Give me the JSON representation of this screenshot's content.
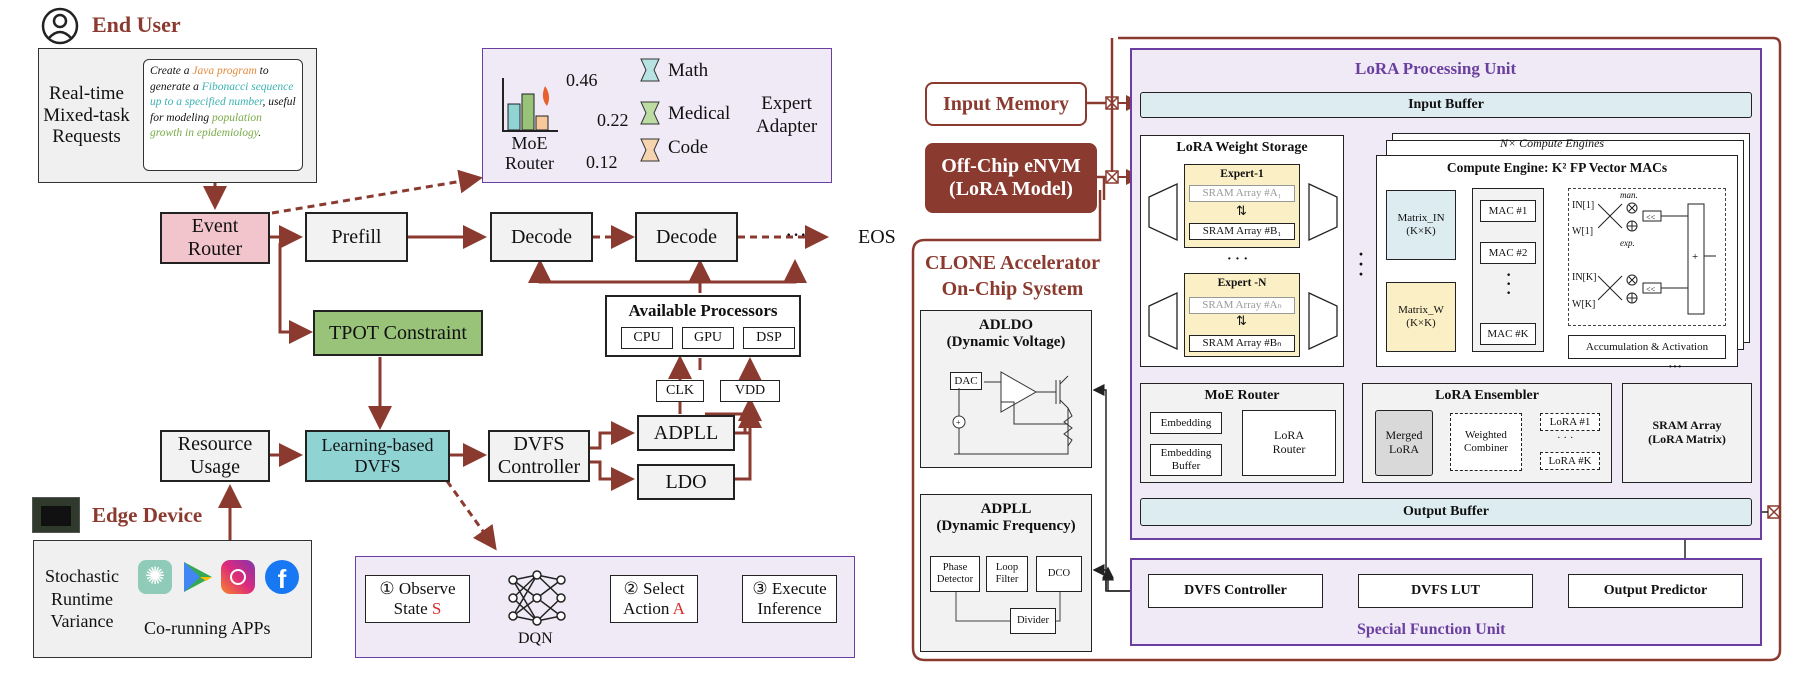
{
  "end_user": {
    "title": "End User",
    "requests": "Real-time\nMixed-task\nRequests",
    "prompt": {
      "p1": "Create a ",
      "p2": "Java program",
      "p3": " to generate a ",
      "p4": "Fibonacci sequence up to a specified number",
      "p5": ", useful for modeling ",
      "p6": "population growth in epidemiology",
      "p7": "."
    }
  },
  "moe": {
    "router": "MoE\nRouter",
    "w1": "0.46",
    "w2": "0.22",
    "w3": "0.12",
    "experts": [
      "Math",
      "Medical",
      "Code"
    ],
    "adapter": "Expert\nAdapter"
  },
  "flow": {
    "event_router": "Event\nRouter",
    "prefill": "Prefill",
    "decode1": "Decode",
    "decode2": "Decode",
    "dots": "···",
    "eos": "EOS",
    "tpot": "TPOT Constraint",
    "resource": "Resource\nUsage",
    "learning": "Learning-based\nDVFS",
    "dvfs_ctrl": "DVFS\nController",
    "adpll": "ADPLL",
    "ldo": "LDO",
    "clk": "CLK",
    "vdd": "VDD",
    "avail": "Available Processors",
    "cpu": "CPU",
    "gpu": "GPU",
    "dsp": "DSP"
  },
  "edge": {
    "title": "Edge Device",
    "variance": "Stochastic\nRuntime\nVariance",
    "apps": "Co-running APPs"
  },
  "dqn": {
    "s1a": "① Observe",
    "s1b": "State ",
    "s1c": "S",
    "net": "DQN",
    "s2a": "② Select",
    "s2b": "Action ",
    "s2c": "A",
    "s3": "③ Execute\nInference"
  },
  "right": {
    "input_memory": "Input Memory",
    "offchip": "Off-Chip eNVM\n(LoRA Model)",
    "clone": "CLONE Accelerator\nOn-Chip System",
    "lpu": "LoRA Processing Unit",
    "input_buffer": "Input Buffer",
    "weight_storage": "LoRA Weight Storage",
    "expert1": "Expert-1",
    "sramA1": "SRAM Array #A₁",
    "sramB1": "SRAM Array #B₁",
    "vdots": "· · ·",
    "expertN": "Expert -N",
    "sramAN": "SRAM Array #Aₙ",
    "sramBN": "SRAM Array #Bₙ",
    "nce": "N× Compute Engines",
    "ce_title": "Compute Engine: K² FP Vector MACs",
    "matrix_in": "Matrix_IN\n(K×K)",
    "matrix_w": "Matrix_W\n(K×K)",
    "mac1": "MAC #1",
    "mac2": "MAC #2",
    "mack": "MAC #K",
    "in1": "IN[1]",
    "w1": "W[1]",
    "ink": "IN[K]",
    "wk": "W[K]",
    "man": "man.",
    "exp": "exp.",
    "shift": "<<",
    "plus": "+",
    "accum": "Accumulation & Activation",
    "moe_router": "MoE Router",
    "embedding": "Embedding",
    "emb_buffer": "Embedding\nBuffer",
    "lora_router": "LoRA\nRouter",
    "ensembler": "LoRA Ensembler",
    "merged": "Merged\nLoRA",
    "weighted": "Weighted\nCombiner",
    "lora1": "LoRA #1",
    "lorak": "LoRA #K",
    "edots": "· · ·",
    "sram_array": "SRAM Array\n(LoRA Matrix)",
    "output_buffer": "Output Buffer",
    "adldo": "ADLDO\n(Dynamic Voltage)",
    "dac": "DAC",
    "adpll": "ADPLL\n(Dynamic Frequency)",
    "phase": "Phase\nDetector",
    "loop": "Loop\nFilter",
    "dco": "DCO",
    "divider": "Divider",
    "dvfs_ctrl": "DVFS Controller",
    "dvfs_lut": "DVFS LUT",
    "output_pred": "Output Predictor",
    "sfu": "Special Function Unit"
  },
  "colors": {
    "brown": "#8b3a2f",
    "purple": "#6b3fa0",
    "pink": "#f2c4cc",
    "green": "#98c379",
    "teal": "#8fd3d3",
    "lightblue": "#dcecf1",
    "yellow": "#fbefc6"
  }
}
